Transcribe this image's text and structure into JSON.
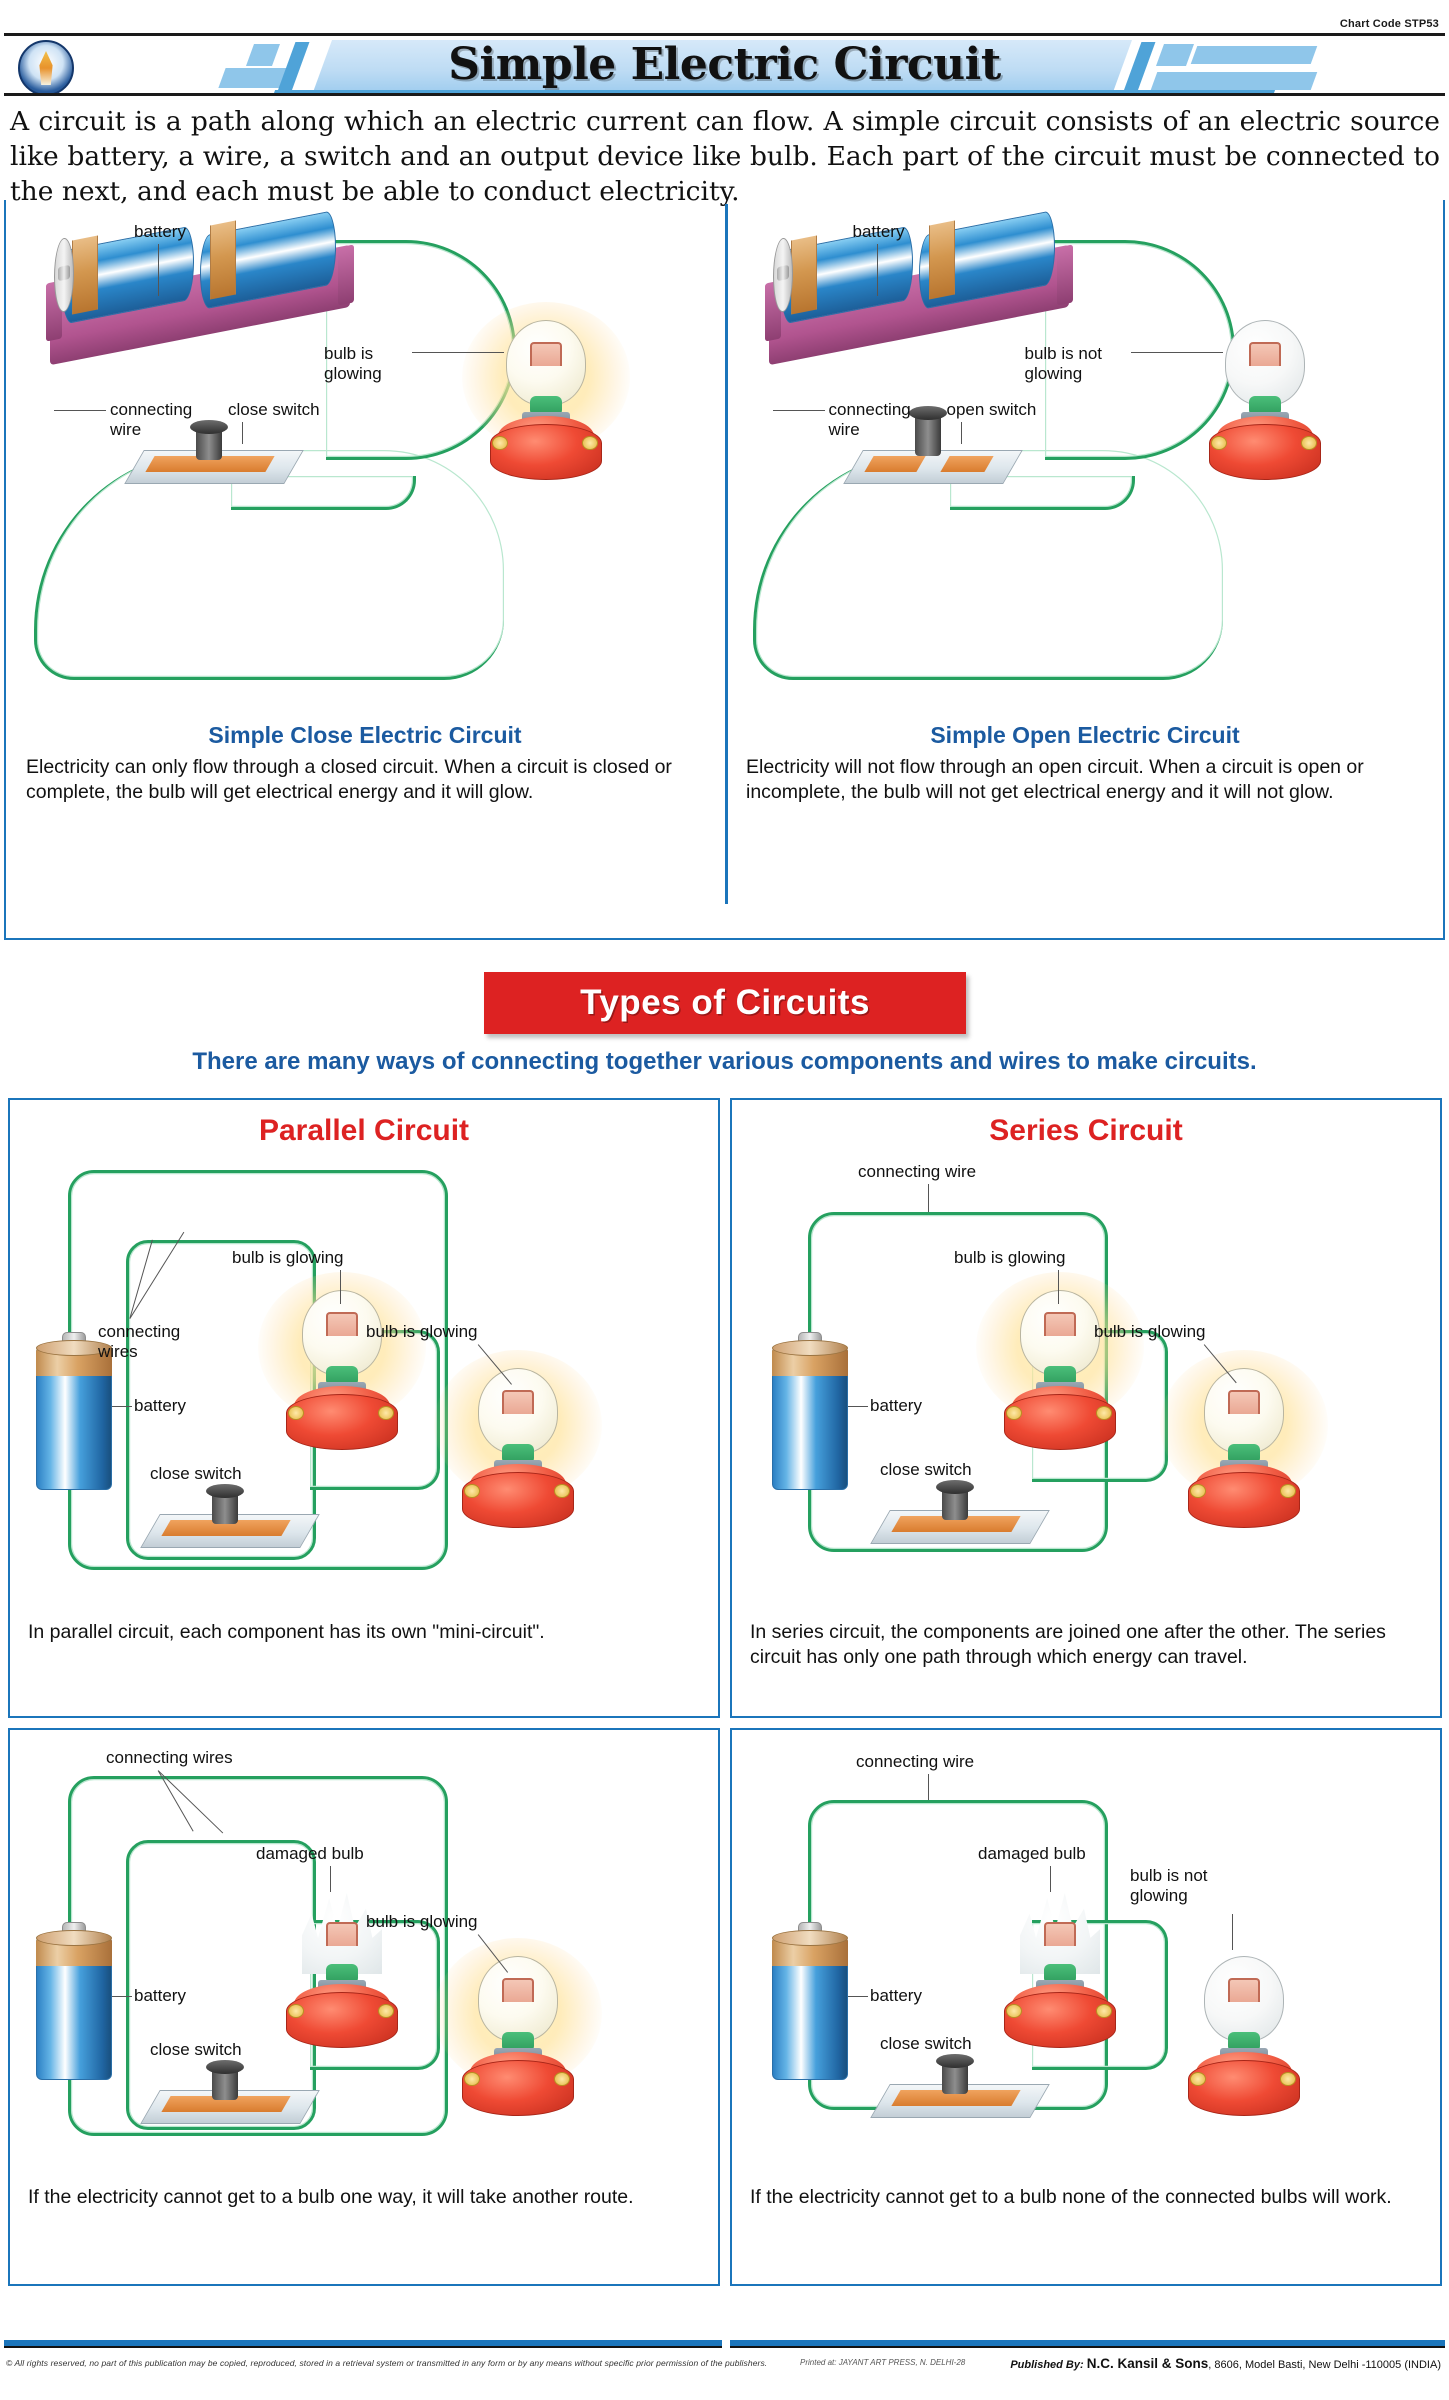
{
  "chart_code": "Chart Code STP53",
  "header": {
    "title": "Simple Electric Circuit",
    "logo_name": "publisher-emblem"
  },
  "intro": "A circuit is a path along which an electric current can flow. A simple circuit consists of an electric source like battery, a wire, a switch and an output device like bulb. Each part of the circuit must be connected to the next, and each must be able to conduct electricity.",
  "top_panels": [
    {
      "heading": "Simple Close Electric Circuit",
      "body": "Electricity can only flow through a closed circuit. When a circuit is closed or complete, the bulb will get electrical energy and it will glow.",
      "labels": {
        "battery": "battery",
        "bulb": "bulb is\nglowing",
        "wire": "connecting\nwire",
        "switch": "close switch"
      }
    },
    {
      "heading": "Simple Open Electric Circuit",
      "body": "Electricity will not flow through an open circuit. When a circuit is open or incomplete, the  bulb will not get electrical energy and it will not glow.",
      "labels": {
        "battery": "battery",
        "bulb": "bulb is not\nglowing",
        "wire": "connecting\nwire",
        "switch": "open switch"
      }
    }
  ],
  "types_banner": "Types of Circuits",
  "types_subtitle": "There are many ways of connecting together various components and wires to make circuits.",
  "circuits": [
    {
      "title": "Parallel Circuit",
      "title_color": "#dd2222",
      "top": {
        "caption": "In parallel circuit, each component has its own \"mini-circuit\".",
        "labels": {
          "wires": "connecting\nwires",
          "bulb1": "bulb is glowing",
          "bulb2": "bulb is glowing",
          "battery": "battery",
          "switch": "close switch"
        }
      },
      "bottom": {
        "caption": "If the electricity cannot get to a bulb one way, it will take another route.",
        "labels": {
          "wires": "connecting wires",
          "bulb1": "damaged bulb",
          "bulb2": "bulb is glowing",
          "battery": "battery",
          "switch": "close switch"
        }
      }
    },
    {
      "title": "Series Circuit",
      "title_color": "#dd2222",
      "top": {
        "caption": "In series circuit, the components are joined one after the other. The series circuit has only one path through which energy can travel.",
        "labels": {
          "wires": "connecting wire",
          "bulb1": "bulb is glowing",
          "bulb2": "bulb is glowing",
          "battery": "battery",
          "switch": "close switch"
        }
      },
      "bottom": {
        "caption": "If the electricity cannot get to a bulb none of the connected bulbs will work.",
        "labels": {
          "wires": "connecting wire",
          "bulb1": "damaged bulb",
          "bulb2": "bulb is not\nglowing",
          "battery": "battery",
          "switch": "close switch"
        }
      }
    }
  ],
  "footer": {
    "copyright": "© All rights reserved, no part of this publication may be copied, reproduced, stored in a retrieval system or transmitted in any form or by any means without specific prior permission of the publishers.",
    "printer": "Printed at: JAYANT ART PRESS, N. DELHI-28",
    "published_label": "Published By:",
    "publisher_name": "N.C. Kansil & Sons",
    "publisher_address": ", 8606, Model Basti, New Delhi -110005 (INDIA)"
  },
  "colors": {
    "accent_blue": "#1b75bb",
    "heading_blue": "#1b5aa0",
    "banner_red": "#dd2222",
    "wire_green": "#25a05f"
  }
}
